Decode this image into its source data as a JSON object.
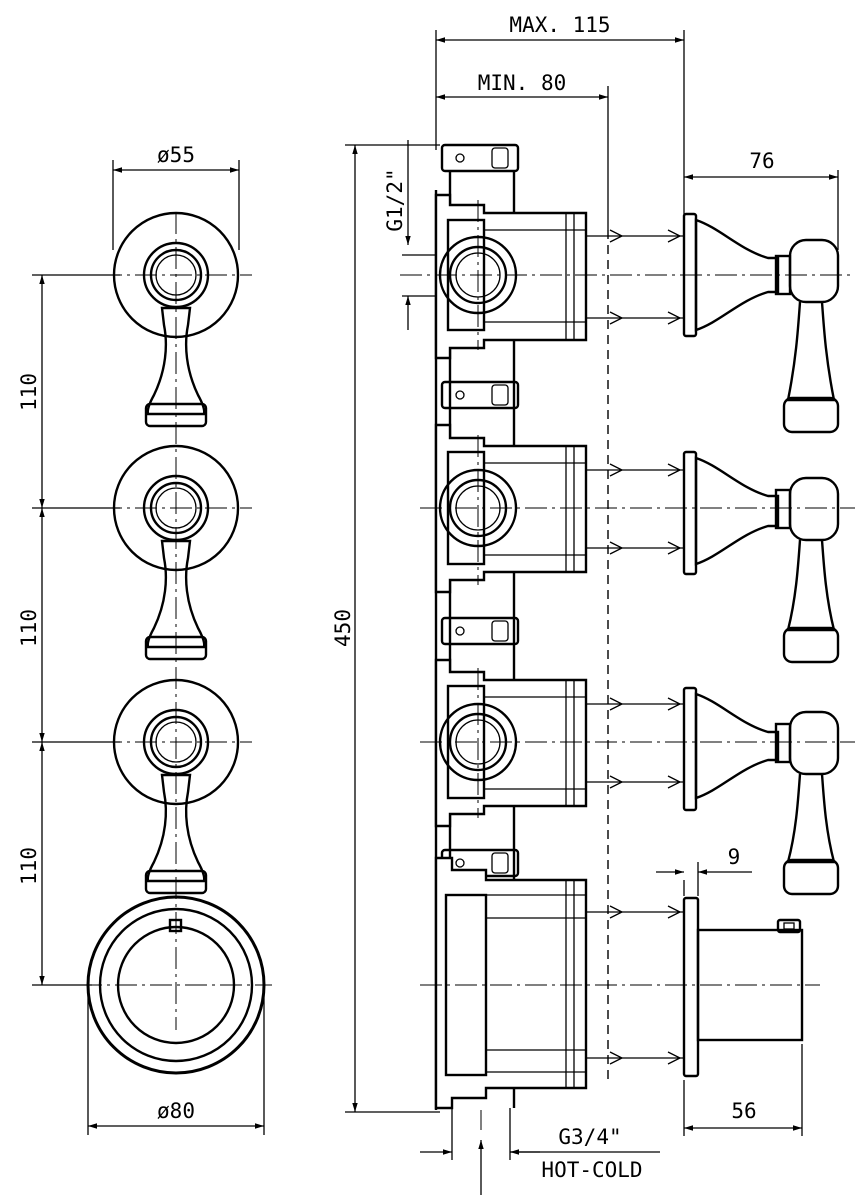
{
  "dimensions": {
    "max_depth": "MAX. 115",
    "min_depth": "MIN. 80",
    "handle_projection": "76",
    "rosette_diameter": "ø55",
    "thermo_diameter": "ø80",
    "spacing_1": "110",
    "spacing_2": "110",
    "spacing_3": "110",
    "total_height": "450",
    "inlet_thread": "G1/2\"",
    "plate_thickness": "9",
    "thermo_depth": "56",
    "outlet_thread": "G3/4\"",
    "supply_label": "HOT-COLD"
  }
}
